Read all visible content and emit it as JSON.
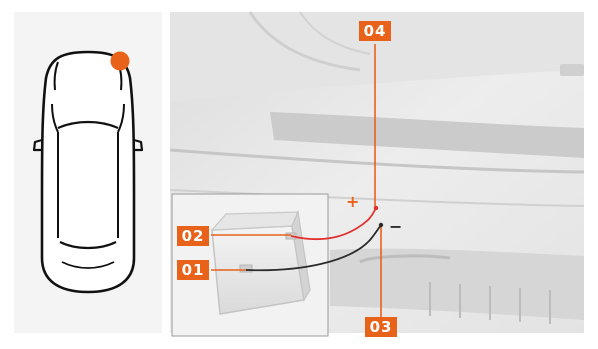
{
  "colors": {
    "accent": "#e8621a",
    "positive_cable": "#e0302e",
    "negative_cable": "#2b2b2b",
    "photo_background": "#e9e9e9"
  },
  "callouts": {
    "c01": "01",
    "c02": "02",
    "c03": "03",
    "c04": "04"
  },
  "terminals": {
    "positive": "+",
    "negative": "−"
  },
  "icons": {
    "car_top_view": "car-top-view-icon",
    "location_marker": "location-dot-icon"
  }
}
